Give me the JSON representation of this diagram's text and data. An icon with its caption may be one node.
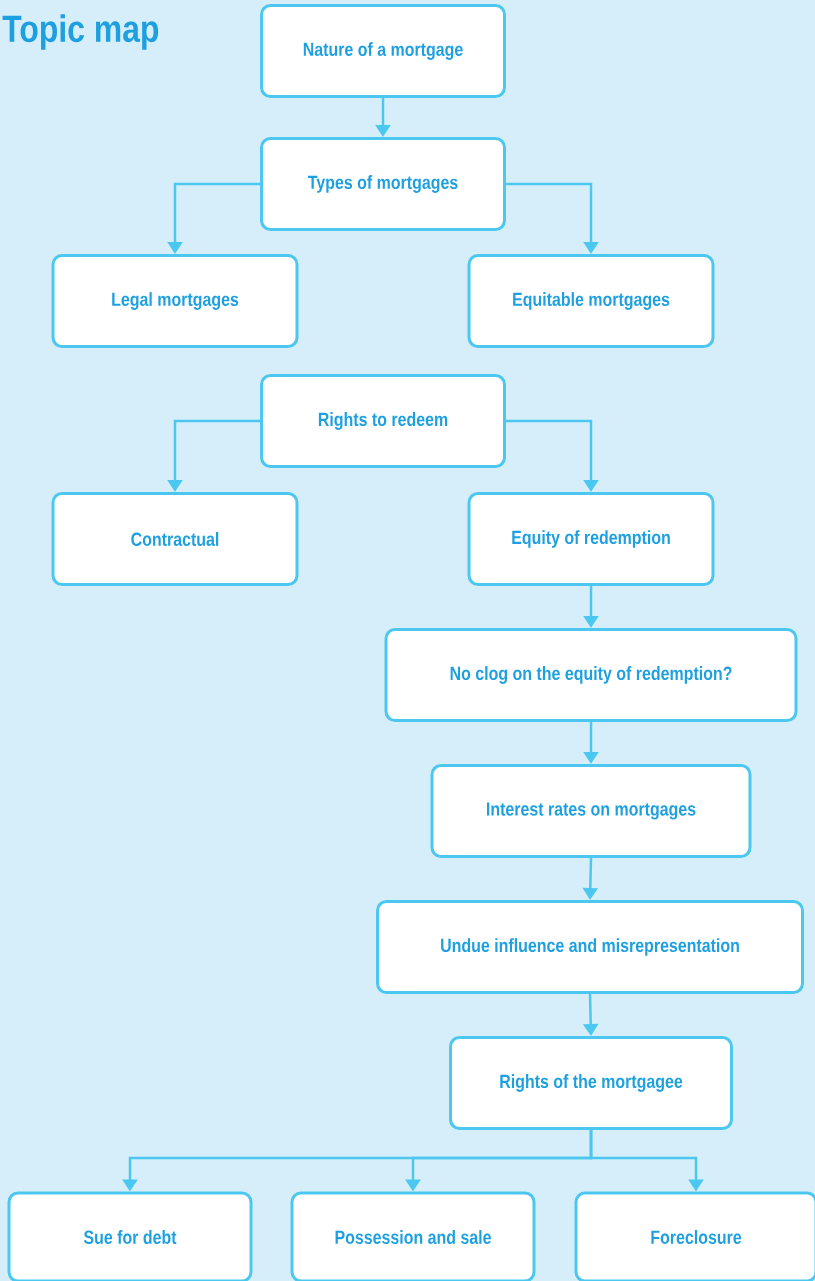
{
  "diagram": {
    "title": "Topic map",
    "nodes": [
      {
        "text": [
          "Nature of a mortgage"
        ]
      },
      {
        "text": [
          "Types of mortgages"
        ]
      },
      {
        "text": [
          "Legal mortgages"
        ]
      },
      {
        "text": [
          "Equitable mortgages"
        ]
      },
      {
        "text": [
          "Rights to redeem"
        ]
      },
      {
        "text": [
          "Contractual"
        ]
      },
      {
        "text": [
          "Equity of redemption"
        ]
      },
      {
        "text": [
          "No clog on the equity of redemption?"
        ]
      },
      {
        "text": [
          "Interest rates on mortgages"
        ]
      },
      {
        "text": [
          "Undue influence and misrepresentation"
        ]
      },
      {
        "text": [
          "Rights of the mortgagee"
        ]
      },
      {
        "text": [
          "Sue for debt"
        ]
      },
      {
        "text": [
          "Possession and sale"
        ]
      },
      {
        "text": [
          "Foreclosure"
        ]
      }
    ],
    "edges": [
      {
        "from": 0,
        "to": 1,
        "arrow": "to"
      },
      {
        "from": 1,
        "to": 2,
        "arrow": "to"
      },
      {
        "from": 1,
        "to": 3,
        "arrow": "to"
      },
      {
        "from": 4,
        "to": 5,
        "arrow": "to"
      },
      {
        "from": 4,
        "to": 6,
        "arrow": "to"
      },
      {
        "from": 6,
        "to": 7,
        "arrow": "to"
      },
      {
        "from": 7,
        "to": 8,
        "arrow": "to"
      },
      {
        "from": 8,
        "to": 9,
        "arrow": "to"
      },
      {
        "from": 9,
        "to": 10,
        "arrow": "to"
      },
      {
        "from": 10,
        "to": 11,
        "arrow": "to"
      },
      {
        "from": 10,
        "to": 12,
        "arrow": "to"
      },
      {
        "from": 10,
        "to": 13,
        "arrow": "to"
      }
    ]
  }
}
